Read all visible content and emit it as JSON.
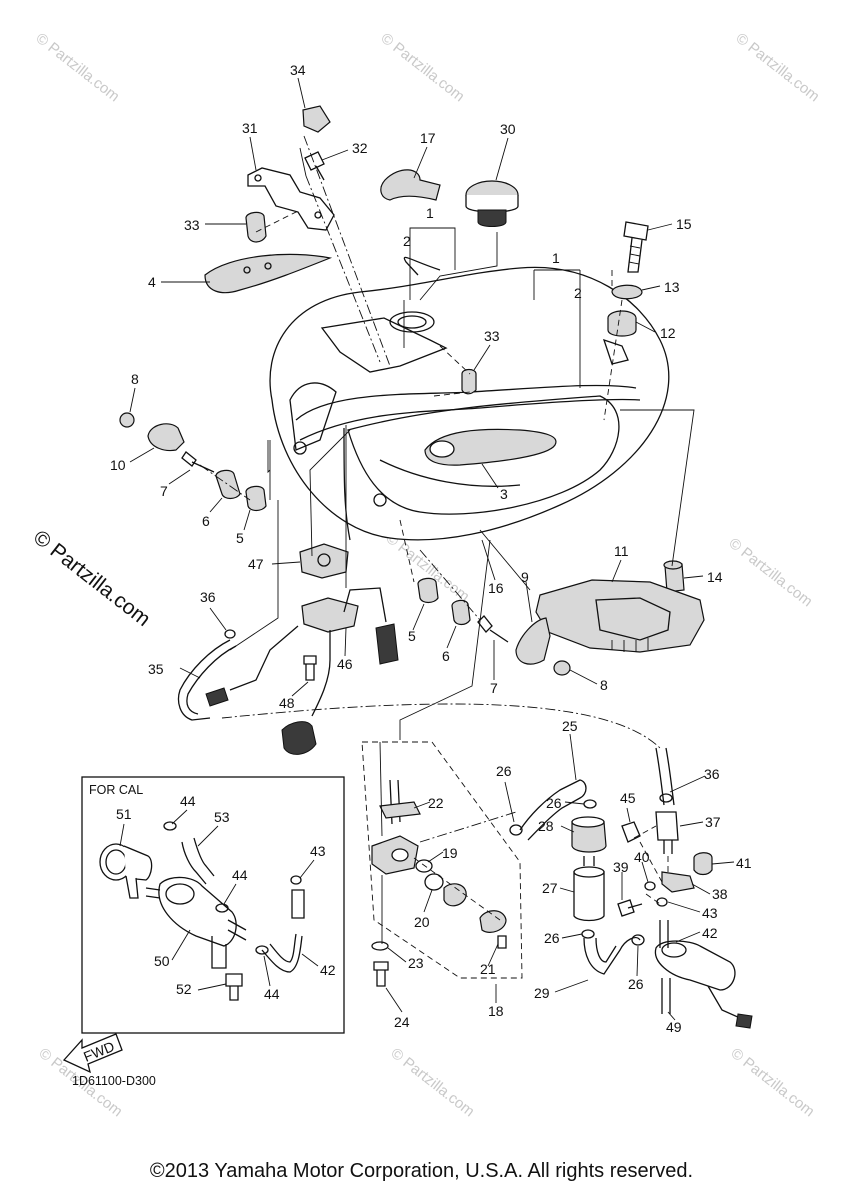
{
  "drawing": {
    "code": "1D61100-D300",
    "for_cal_label": "FOR CAL",
    "fwd_label": "FWD",
    "copyright": "©2013 Yamaha Motor Corporation, U.S.A. All rights reserved."
  },
  "watermarks": {
    "side": "© Partzilla.com",
    "tile": "© Partzilla.com"
  },
  "callouts": [
    {
      "id": "c34",
      "n": "34"
    },
    {
      "id": "c31",
      "n": "31"
    },
    {
      "id": "c32",
      "n": "32"
    },
    {
      "id": "c17",
      "n": "17"
    },
    {
      "id": "c30",
      "n": "30"
    },
    {
      "id": "c1a",
      "n": "1"
    },
    {
      "id": "c2a",
      "n": "2"
    },
    {
      "id": "c33a",
      "n": "33"
    },
    {
      "id": "c4",
      "n": "4"
    },
    {
      "id": "c15",
      "n": "15"
    },
    {
      "id": "c1b",
      "n": "1"
    },
    {
      "id": "c2b",
      "n": "2"
    },
    {
      "id": "c13",
      "n": "13"
    },
    {
      "id": "c12",
      "n": "12"
    },
    {
      "id": "c33b",
      "n": "33"
    },
    {
      "id": "c8a",
      "n": "8"
    },
    {
      "id": "c10",
      "n": "10"
    },
    {
      "id": "c7a",
      "n": "7"
    },
    {
      "id": "c6a",
      "n": "6"
    },
    {
      "id": "c5a",
      "n": "5"
    },
    {
      "id": "c3",
      "n": "3"
    },
    {
      "id": "c11",
      "n": "11"
    },
    {
      "id": "c14",
      "n": "14"
    },
    {
      "id": "c47",
      "n": "47"
    },
    {
      "id": "c16",
      "n": "16"
    },
    {
      "id": "c9",
      "n": "9"
    },
    {
      "id": "c36a",
      "n": "36"
    },
    {
      "id": "c5b",
      "n": "5"
    },
    {
      "id": "c6b",
      "n": "6"
    },
    {
      "id": "c7b",
      "n": "7"
    },
    {
      "id": "c8b",
      "n": "8"
    },
    {
      "id": "c46",
      "n": "46"
    },
    {
      "id": "c35",
      "n": "35"
    },
    {
      "id": "c48",
      "n": "48"
    },
    {
      "id": "c25",
      "n": "25"
    },
    {
      "id": "c26a",
      "n": "26"
    },
    {
      "id": "c36b",
      "n": "36"
    },
    {
      "id": "c22",
      "n": "22"
    },
    {
      "id": "c26b",
      "n": "26"
    },
    {
      "id": "c45",
      "n": "45"
    },
    {
      "id": "c37",
      "n": "37"
    },
    {
      "id": "c28",
      "n": "28"
    },
    {
      "id": "c19",
      "n": "19"
    },
    {
      "id": "c40",
      "n": "40"
    },
    {
      "id": "c39",
      "n": "39"
    },
    {
      "id": "c41",
      "n": "41"
    },
    {
      "id": "c38",
      "n": "38"
    },
    {
      "id": "c27",
      "n": "27"
    },
    {
      "id": "c43b",
      "n": "43"
    },
    {
      "id": "c20",
      "n": "20"
    },
    {
      "id": "c42b",
      "n": "42"
    },
    {
      "id": "c26c",
      "n": "26"
    },
    {
      "id": "c23",
      "n": "23"
    },
    {
      "id": "c21",
      "n": "21"
    },
    {
      "id": "c26d",
      "n": "26"
    },
    {
      "id": "c29",
      "n": "29"
    },
    {
      "id": "c18",
      "n": "18"
    },
    {
      "id": "c49",
      "n": "49"
    },
    {
      "id": "c24",
      "n": "24"
    },
    {
      "id": "c44a",
      "n": "44"
    },
    {
      "id": "c53",
      "n": "53"
    },
    {
      "id": "c51",
      "n": "51"
    },
    {
      "id": "c43a",
      "n": "43"
    },
    {
      "id": "c44b",
      "n": "44"
    },
    {
      "id": "c50",
      "n": "50"
    },
    {
      "id": "c42a",
      "n": "42"
    },
    {
      "id": "c52",
      "n": "52"
    },
    {
      "id": "c44c",
      "n": "44"
    }
  ]
}
